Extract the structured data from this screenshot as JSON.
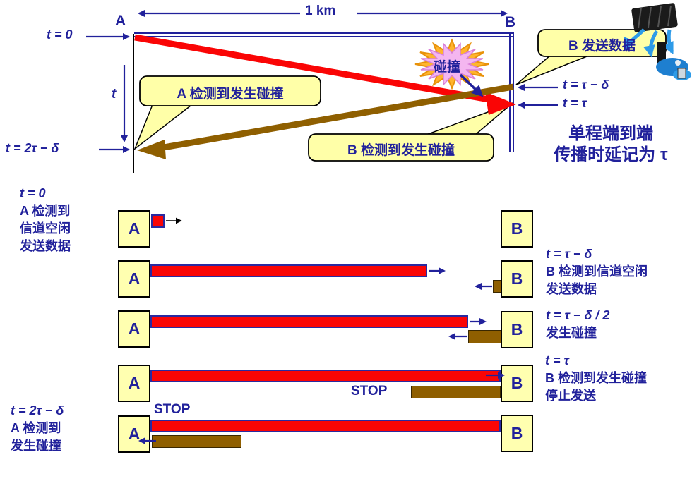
{
  "top": {
    "distance": "1 km",
    "a": "A",
    "b": "B",
    "t_axis": "t",
    "t0": "t = 0",
    "t_2tau_delta": "t = 2τ − δ",
    "t_tau_delta": "t = τ − δ",
    "t_tau": "t = τ",
    "collision": "碰撞",
    "callout_b_send": "B 发送数据",
    "callout_a_detect": "A 检测到发生碰撞",
    "callout_b_detect": "B 检测到发生碰撞",
    "note1": "单程端到端",
    "note2": "传播时延记为 τ"
  },
  "rows": {
    "r1_left1": "t = 0",
    "r1_left2": "A 检测到",
    "r1_left3": "信道空闲",
    "r1_left4": "发送数据",
    "r2_right1": "t = τ − δ",
    "r2_right2": "B 检测到信道空闲",
    "r2_right3": "发送数据",
    "r3_right1": "t = τ − δ / 2",
    "r3_right2": "发生碰撞",
    "r4_right1": "t = τ",
    "r4_right2": "B 检测到发生碰撞",
    "r4_right3": "停止发送",
    "r5_left1": "t = 2τ − δ",
    "r5_left2": "A 检测到",
    "r5_left3": "发生碰撞",
    "stop": "STOP"
  },
  "stations": {
    "a": "A",
    "b": "B"
  },
  "colors": {
    "navy": "#21219B",
    "red": "#FA0505",
    "brown": "#8F5F00",
    "callout_yellow": "#FFFFA8",
    "station_yellow": "#FFFFB0",
    "collision_pink": "#F4B6F0",
    "collision_gold": "#FFB52E",
    "clipart_blue": "#2E9BE8"
  }
}
